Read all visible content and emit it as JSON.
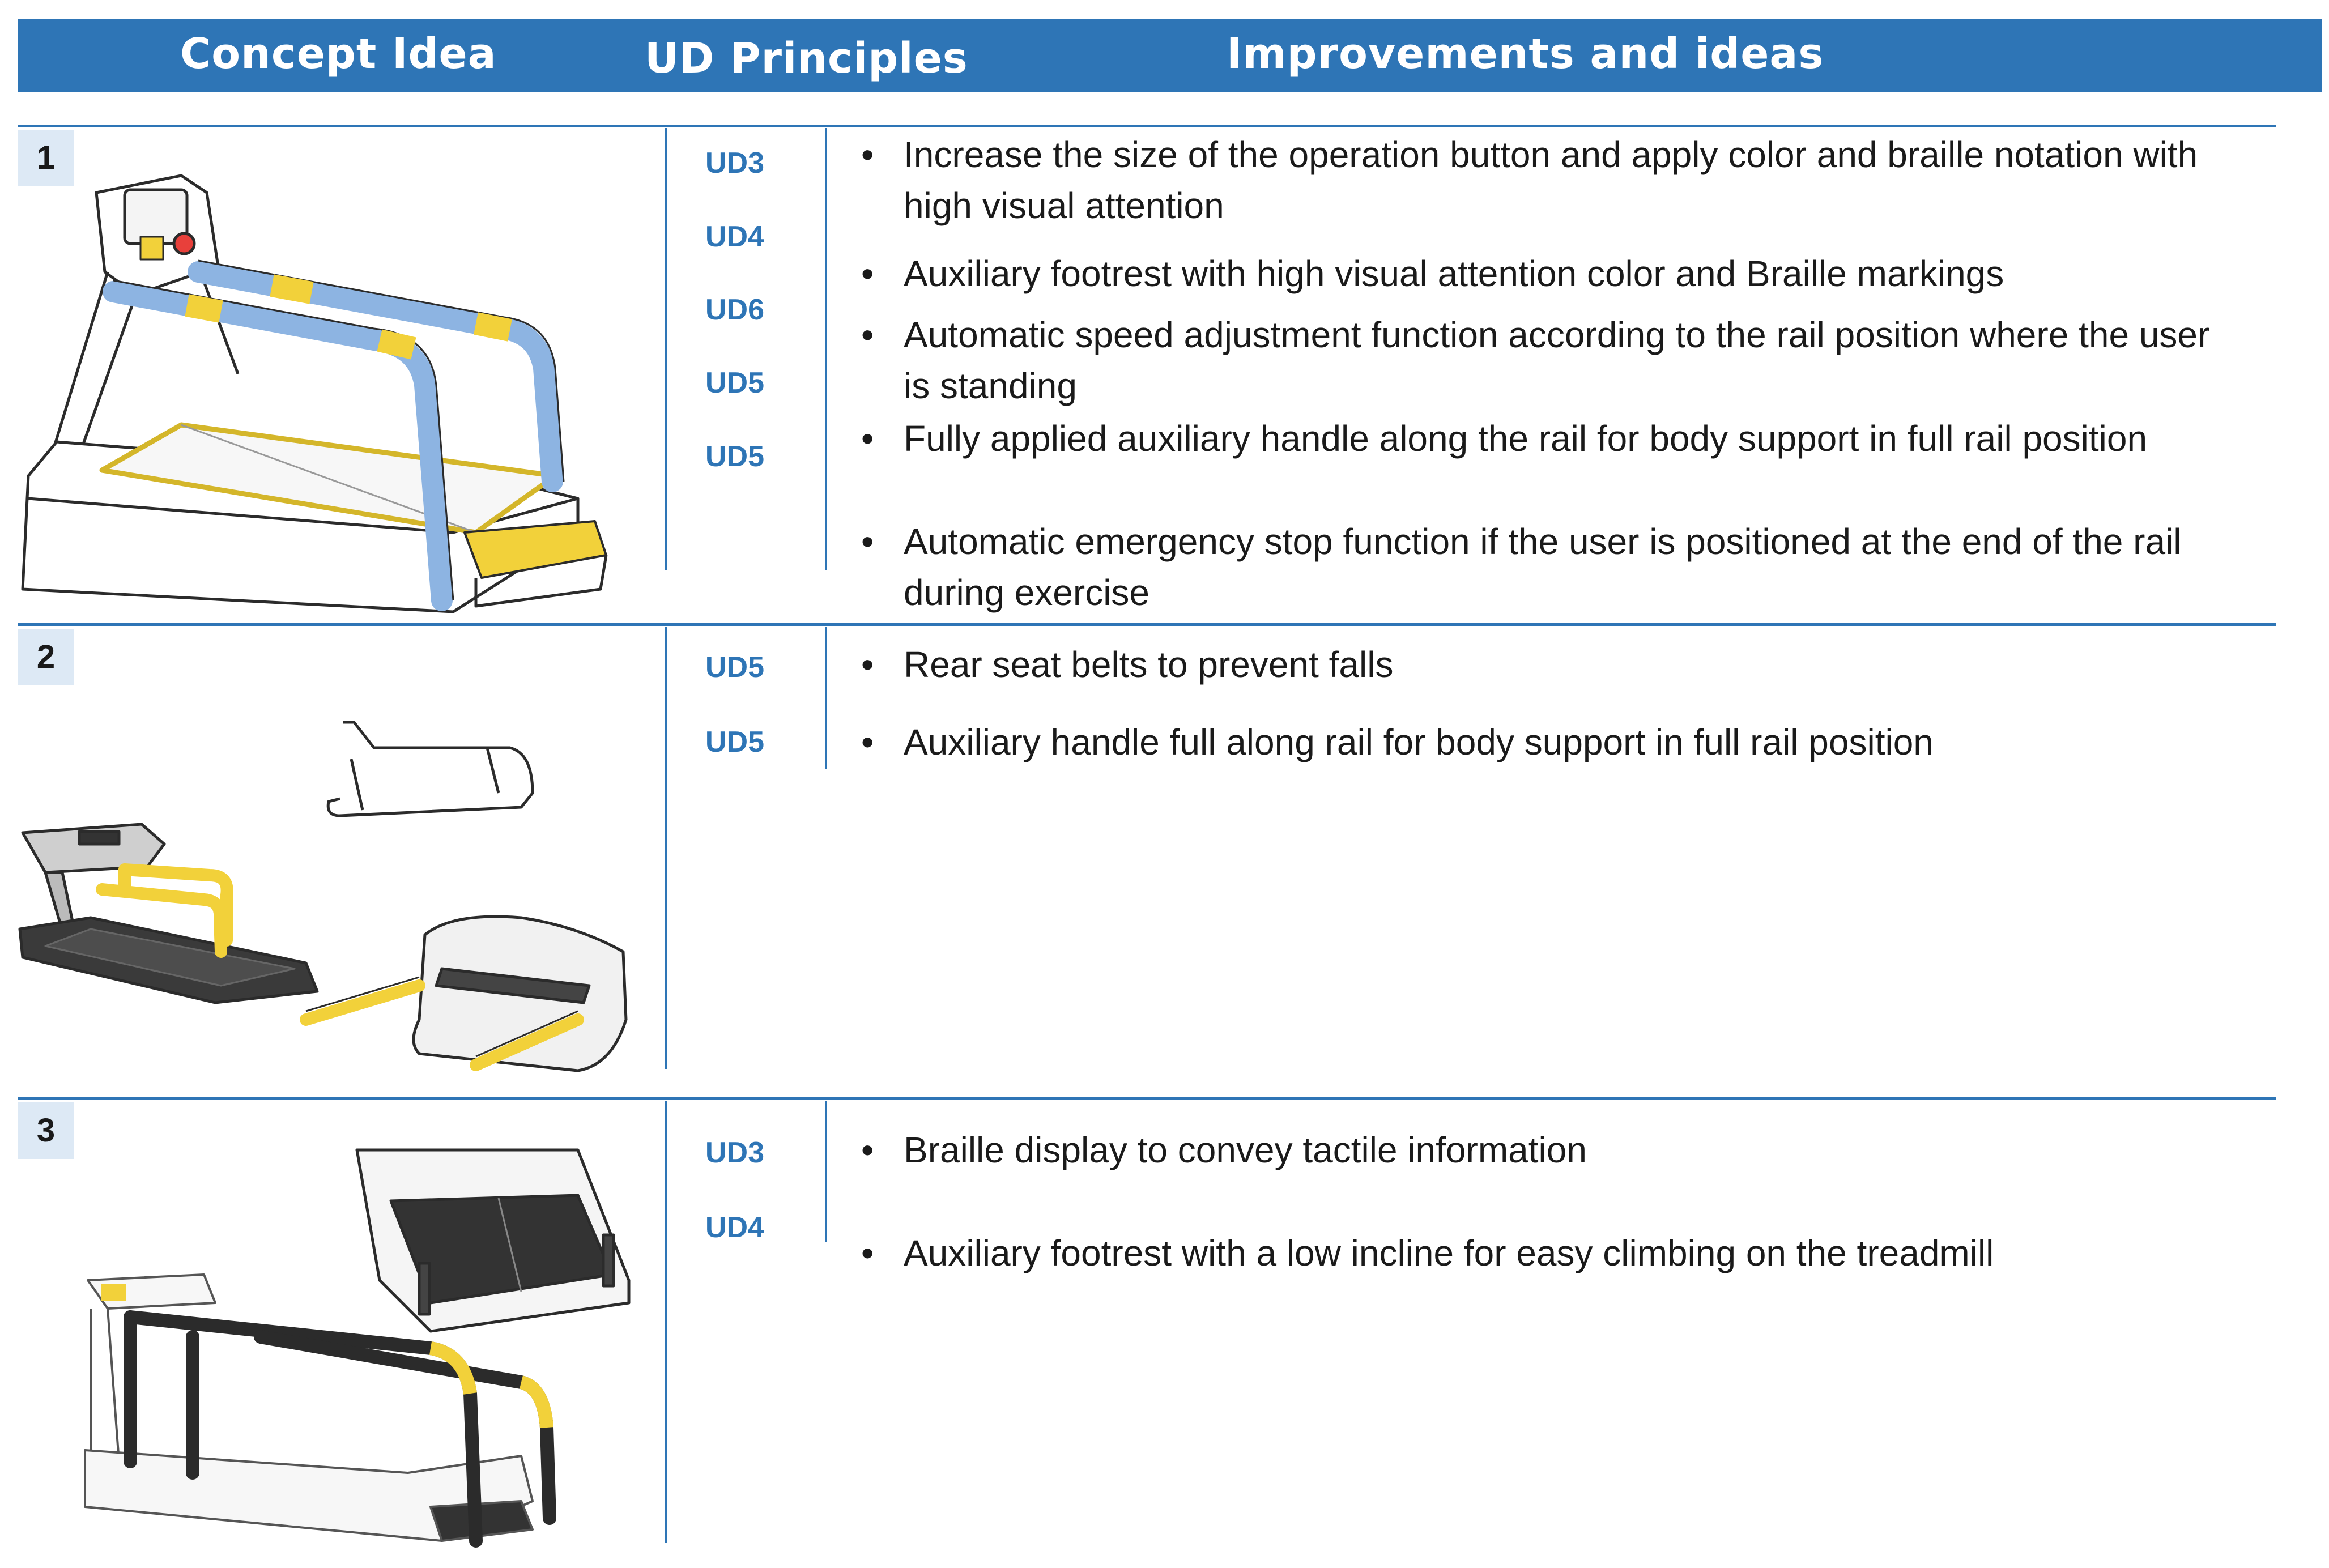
{
  "header": {
    "concept": "Concept Idea",
    "principles": "UD Principles",
    "improvements": "Improvements and ideas"
  },
  "rows": [
    {
      "number": "1",
      "ud": [
        "UD3",
        "UD4",
        "UD6",
        "UD5",
        "UD5"
      ],
      "bullets": [
        "Increase the size of the operation button and apply color and braille notation with high visual attention",
        "Auxiliary footrest with high visual attention color and Braille markings",
        "Automatic speed adjustment function according to the rail position where the user is standing",
        "Fully applied auxiliary handle along the rail for body support in full rail position",
        "Automatic emergency stop function if the user is positioned at the end of the rail during exercise"
      ]
    },
    {
      "number": "2",
      "ud": [
        "UD5",
        "UD5"
      ],
      "bullets": [
        "Rear seat belts to prevent falls",
        "Auxiliary handle full along rail for body support in full rail position"
      ]
    },
    {
      "number": "3",
      "ud": [
        "UD3",
        "UD4"
      ],
      "bullets": [
        "Braille display to convey tactile information",
        "Auxiliary footrest with a low incline for easy climbing on the treadmill"
      ]
    }
  ],
  "colors": {
    "header_blue": "#2e75b6",
    "number_bg": "#dde9f5",
    "rail_blue": "#8db4e2",
    "accent_yellow": "#f2d13a",
    "dark_deck": "#3a3a3a"
  },
  "icons": {
    "bullet": "•"
  }
}
